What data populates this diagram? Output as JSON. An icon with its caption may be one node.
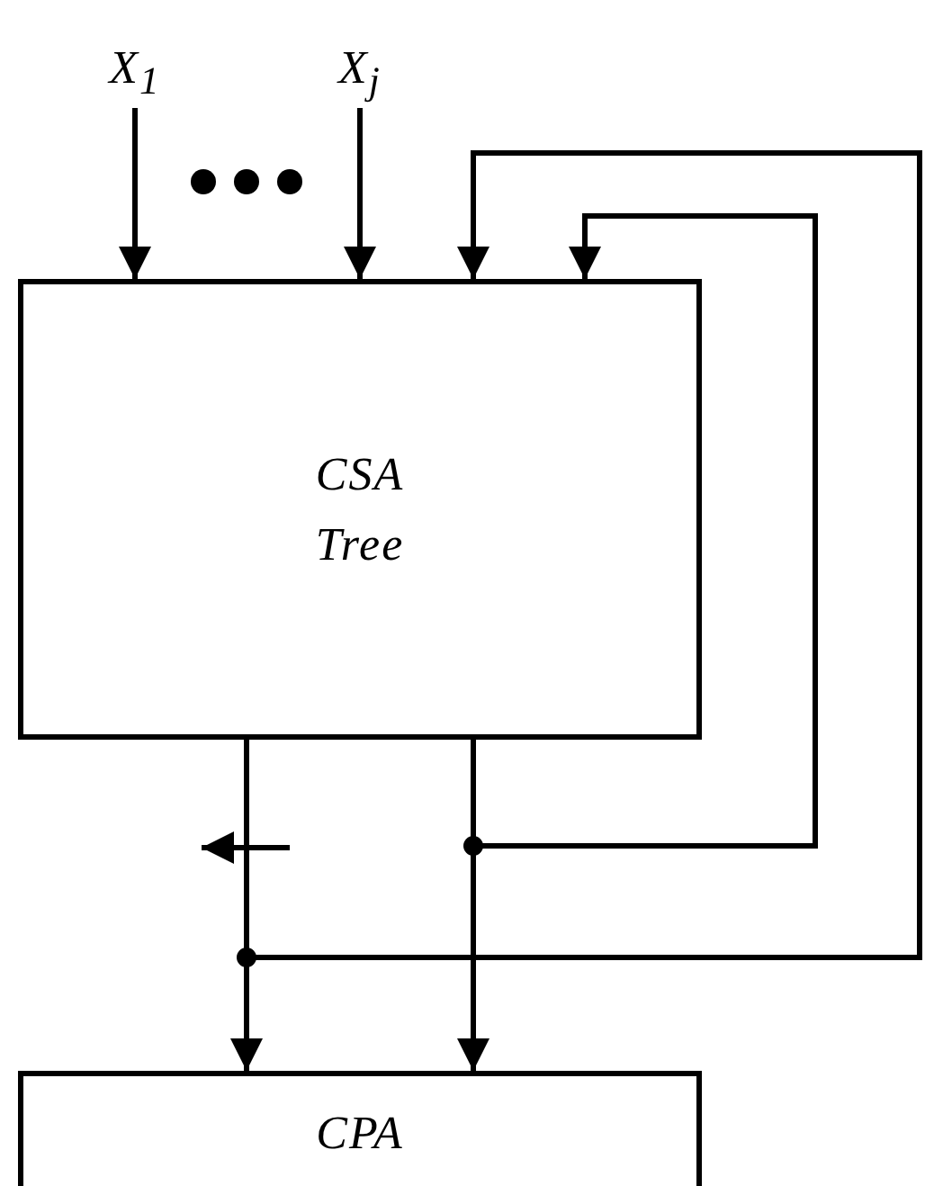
{
  "diagram": {
    "nodes": [
      {
        "text": [
          "X$_{1}$"
        ]
      },
      {
        "text": [
          "X$_{j}$"
        ]
      },
      {
        "text": [
          "CSA Tree"
        ]
      },
      {
        "text": [
          "CPA"
        ]
      }
    ],
    "edges": [
      {
        "from": 0,
        "to": 2,
        "arrow": "to"
      },
      {
        "from": 1,
        "to": 2,
        "arrow": "to"
      },
      {
        "from": 2,
        "to": 3,
        "arrow": "to"
      },
      {
        "from": 2,
        "to": 3,
        "arrow": "to"
      },
      {
        "from": 2,
        "to": 2,
        "arrow": "to"
      },
      {
        "from": 2,
        "to": 2,
        "arrow": "to"
      }
    ]
  }
}
